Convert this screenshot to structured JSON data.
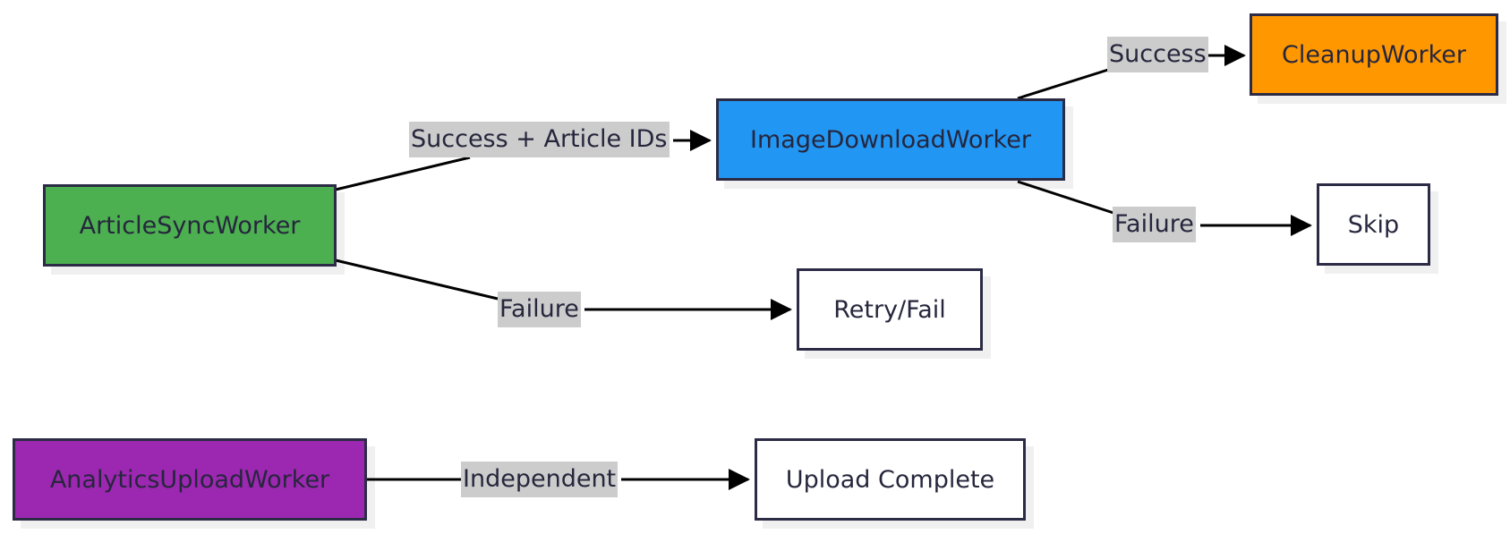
{
  "nodes": {
    "article_sync": {
      "label": "ArticleSyncWorker",
      "color": "#4caf50"
    },
    "image_download": {
      "label": "ImageDownloadWorker",
      "color": "#2196f3"
    },
    "cleanup": {
      "label": "CleanupWorker",
      "color": "#ff9800"
    },
    "skip": {
      "label": "Skip",
      "color": "#ffffff"
    },
    "retry_fail": {
      "label": "Retry/Fail",
      "color": "#ffffff"
    },
    "analytics_upload": {
      "label": "AnalyticsUploadWorker",
      "color": "#9c27b0"
    },
    "upload_complete": {
      "label": "Upload Complete",
      "color": "#ffffff"
    }
  },
  "edges": {
    "sync_to_image": {
      "label": "Success + Article IDs"
    },
    "sync_to_retry": {
      "label": "Failure"
    },
    "image_to_cleanup": {
      "label": "Success"
    },
    "image_to_skip": {
      "label": "Failure"
    },
    "analytics_to_upload": {
      "label": "Independent"
    }
  },
  "colors": {
    "border": "#2b2b45",
    "edge": "#000000",
    "edge_label_bg": "#cccccc",
    "text": "#26263d"
  }
}
